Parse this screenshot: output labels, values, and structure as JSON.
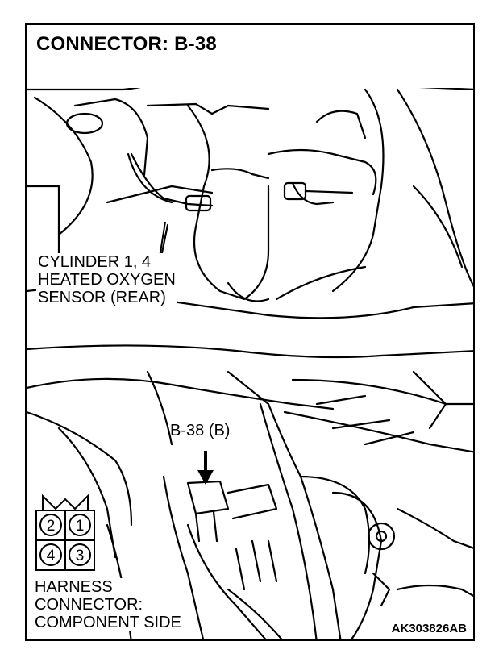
{
  "title": "CONNECTOR: B-38",
  "sensor_label": [
    "CYLINDER 1, 4",
    "HEATED OXYGEN",
    "SENSOR (REAR)"
  ],
  "connector_callout": "B-38 (B)",
  "harness_label": [
    "HARNESS",
    "CONNECTOR:",
    "COMPONENT SIDE"
  ],
  "figure_code": "AK303826AB",
  "pins": [
    "2",
    "1",
    "4",
    "3"
  ]
}
